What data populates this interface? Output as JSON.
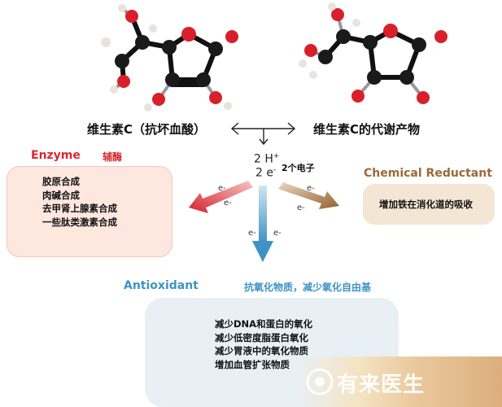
{
  "molecules": {
    "left_label": "维生素C（抗坏血酸）",
    "right_label": "维生素C的代谢产物"
  },
  "center": {
    "h_plus": "2 H",
    "h_sup": "+",
    "electrons": "2 e",
    "e_sup": "-",
    "electron_note": "2个电子",
    "e_labels": [
      "e-",
      "e-",
      "e-",
      "e-",
      "e-",
      "e-"
    ]
  },
  "enzyme": {
    "title_en": "Enzyme",
    "title_cn": "辅酶",
    "items": [
      "胶原合成",
      "肉碱合成",
      "去甲肾上腺素合成",
      "一些肽类激素合成"
    ],
    "color": "#d9282f",
    "box_fill": "#fde7df"
  },
  "chemical_reductant": {
    "title_en": "Chemical Reductant",
    "items": [
      "增加铁在消化道的吸收"
    ],
    "color": "#9a6a3a",
    "box_fill": "#f3e6d4"
  },
  "antioxidant": {
    "title_en": "Antioxidant",
    "title_cn": "抗氧化物质，减少氧化自由基",
    "items": [
      "减少DNA和蛋白的氧化",
      "减少低密度脂蛋白氧化",
      "减少胃液中的氧化物质",
      "增加血管扩张物质"
    ],
    "color": "#3e93c4",
    "box_fill": "#e8f0f6"
  },
  "watermark": {
    "text": "有来医生"
  }
}
